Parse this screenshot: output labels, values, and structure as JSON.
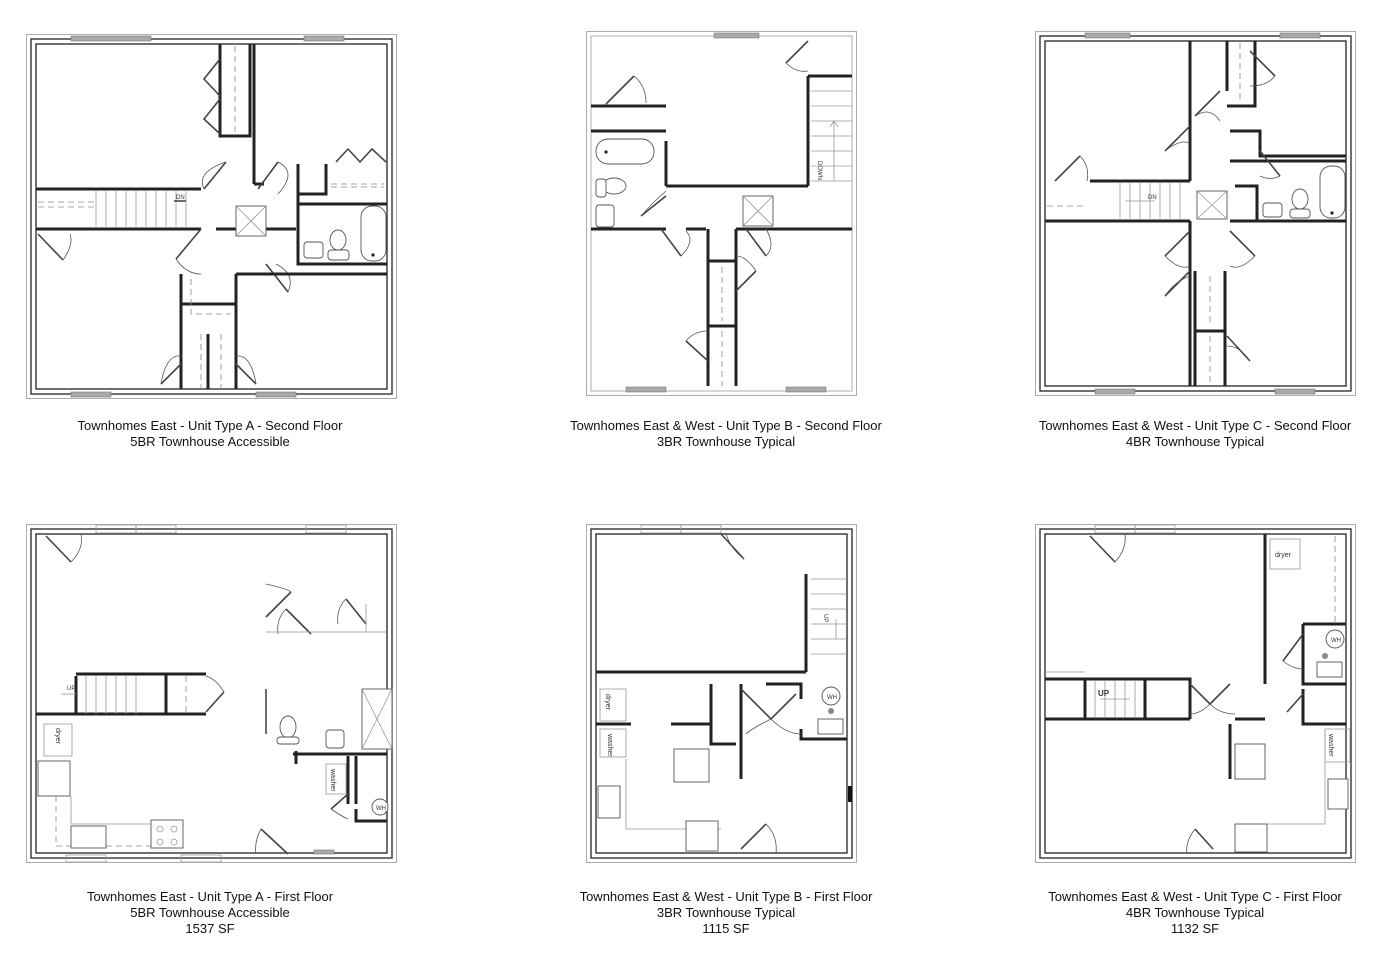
{
  "plans": [
    {
      "id": "a-second",
      "title": "Townhomes East - Unit Type A - Second Floor",
      "subtitle": "5BR Townhouse Accessible",
      "area": null,
      "labels": {
        "stair": "DN"
      }
    },
    {
      "id": "b-second",
      "title": "Townhomes East & West - Unit Type B - Second Floor",
      "subtitle": "3BR Townhouse Typical",
      "area": null,
      "labels": {
        "stair": "DOWN"
      }
    },
    {
      "id": "c-second",
      "title": "Townhomes East & West - Unit Type C - Second Floor",
      "subtitle": "4BR Townhouse Typical",
      "area": null,
      "labels": {
        "stair": "DN"
      }
    },
    {
      "id": "a-first",
      "title": "Townhomes East - Unit Type A - First Floor",
      "subtitle": "5BR Townhouse Accessible",
      "area": "1537 SF",
      "labels": {
        "stair": "UP",
        "dryer": "dryer",
        "washer": "washer",
        "water_heater": "WH"
      }
    },
    {
      "id": "b-first",
      "title": "Townhomes East & West - Unit Type B - First Floor",
      "subtitle": "3BR Townhouse Typical",
      "area": "1115 SF",
      "labels": {
        "stair": "UP",
        "dryer": "dryer",
        "washer": "washer",
        "water_heater": "WH"
      }
    },
    {
      "id": "c-first",
      "title": "Townhomes East & West - Unit Type C - First Floor",
      "subtitle": "4BR Townhouse Typical",
      "area": "1132 SF",
      "labels": {
        "stair": "UP",
        "dryer": "dryer",
        "washer": "washer",
        "water_heater": "WH"
      }
    }
  ]
}
